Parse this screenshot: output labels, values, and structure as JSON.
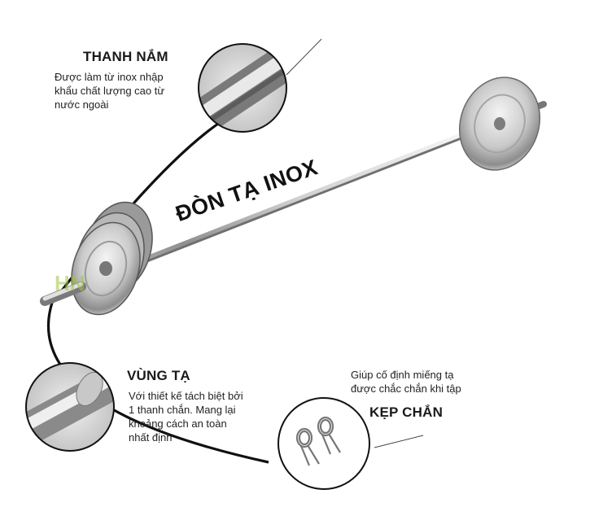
{
  "main_title": "ĐÒN TẠ INOX",
  "watermark": "HN",
  "callouts": {
    "thanh_nam": {
      "title": "THANH NẮM",
      "description": "Được làm từ inox nhập\nkhẩu chất lượng cao  từ\nnước ngoài"
    },
    "vung_ta": {
      "title": "VÙNG TẠ",
      "description": "Với thiết kế tách biệt bởi\n1 thanh chắn. Mang lại\nkhoảng cách an toàn\nnhất định"
    },
    "kep_chan": {
      "title": "KẸP CHẮN",
      "description": "Giúp cố định miếng tạ\nđược chắc chắn khi tập"
    }
  },
  "colors": {
    "outline": "#111111",
    "chrome_light": "#f2f2f2",
    "chrome_dark": "#8a8a8a",
    "watermark": "#9bc53d"
  }
}
